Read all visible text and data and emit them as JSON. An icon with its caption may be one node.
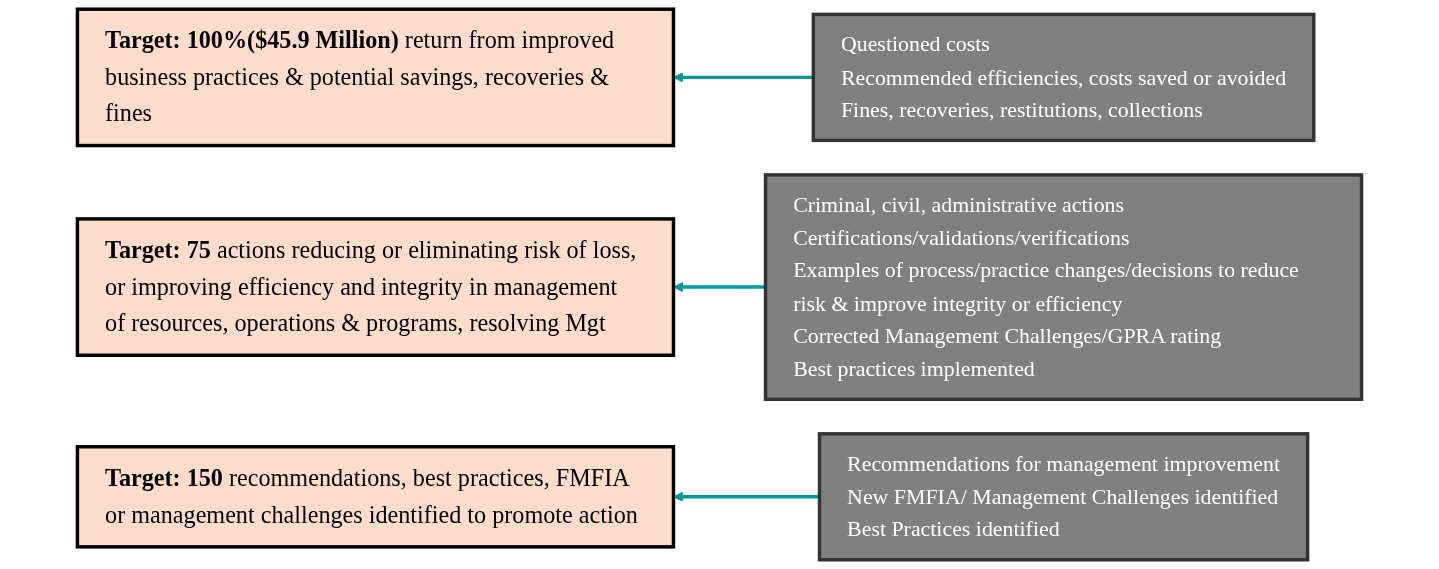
{
  "diagram": {
    "nodes": [
      {
        "text": [
          "**Target: 100%($45.9 Million)** return from improved business practices & potential savings, recoveries & fines"
        ]
      },
      {
        "text": [
          "Questioned costs",
          "Recommended efficiencies, costs saved or avoided",
          "Fines, recoveries, restitutions, collections"
        ]
      },
      {
        "text": [
          "**Target: 75** actions reducing or eliminating risk of loss, or improving efficiency and integrity in management of resources, operations & programs, resolving Mgt"
        ]
      },
      {
        "text": [
          "Criminal, civil, administrative actions",
          "Certifications/validations/verifications",
          "Examples of process/practice changes/decisions to reduce risk & improve integrity or efficiency",
          "Corrected Management Challenges/GPRA rating",
          "Best practices implemented"
        ]
      },
      {
        "text": [
          "**Target: 150** recommendations, best practices, FMFIA or management challenges identified to promote action"
        ]
      },
      {
        "text": [
          "Recommendations for management improvement",
          "New FMFIA/ Management Challenges identified",
          "Best Practices identified"
        ]
      }
    ],
    "edges": [
      {
        "from": 1,
        "to": 0,
        "arrow": "to"
      },
      {
        "from": 3,
        "to": 2,
        "arrow": "to"
      },
      {
        "from": 5,
        "to": 4,
        "arrow": "to"
      }
    ]
  }
}
